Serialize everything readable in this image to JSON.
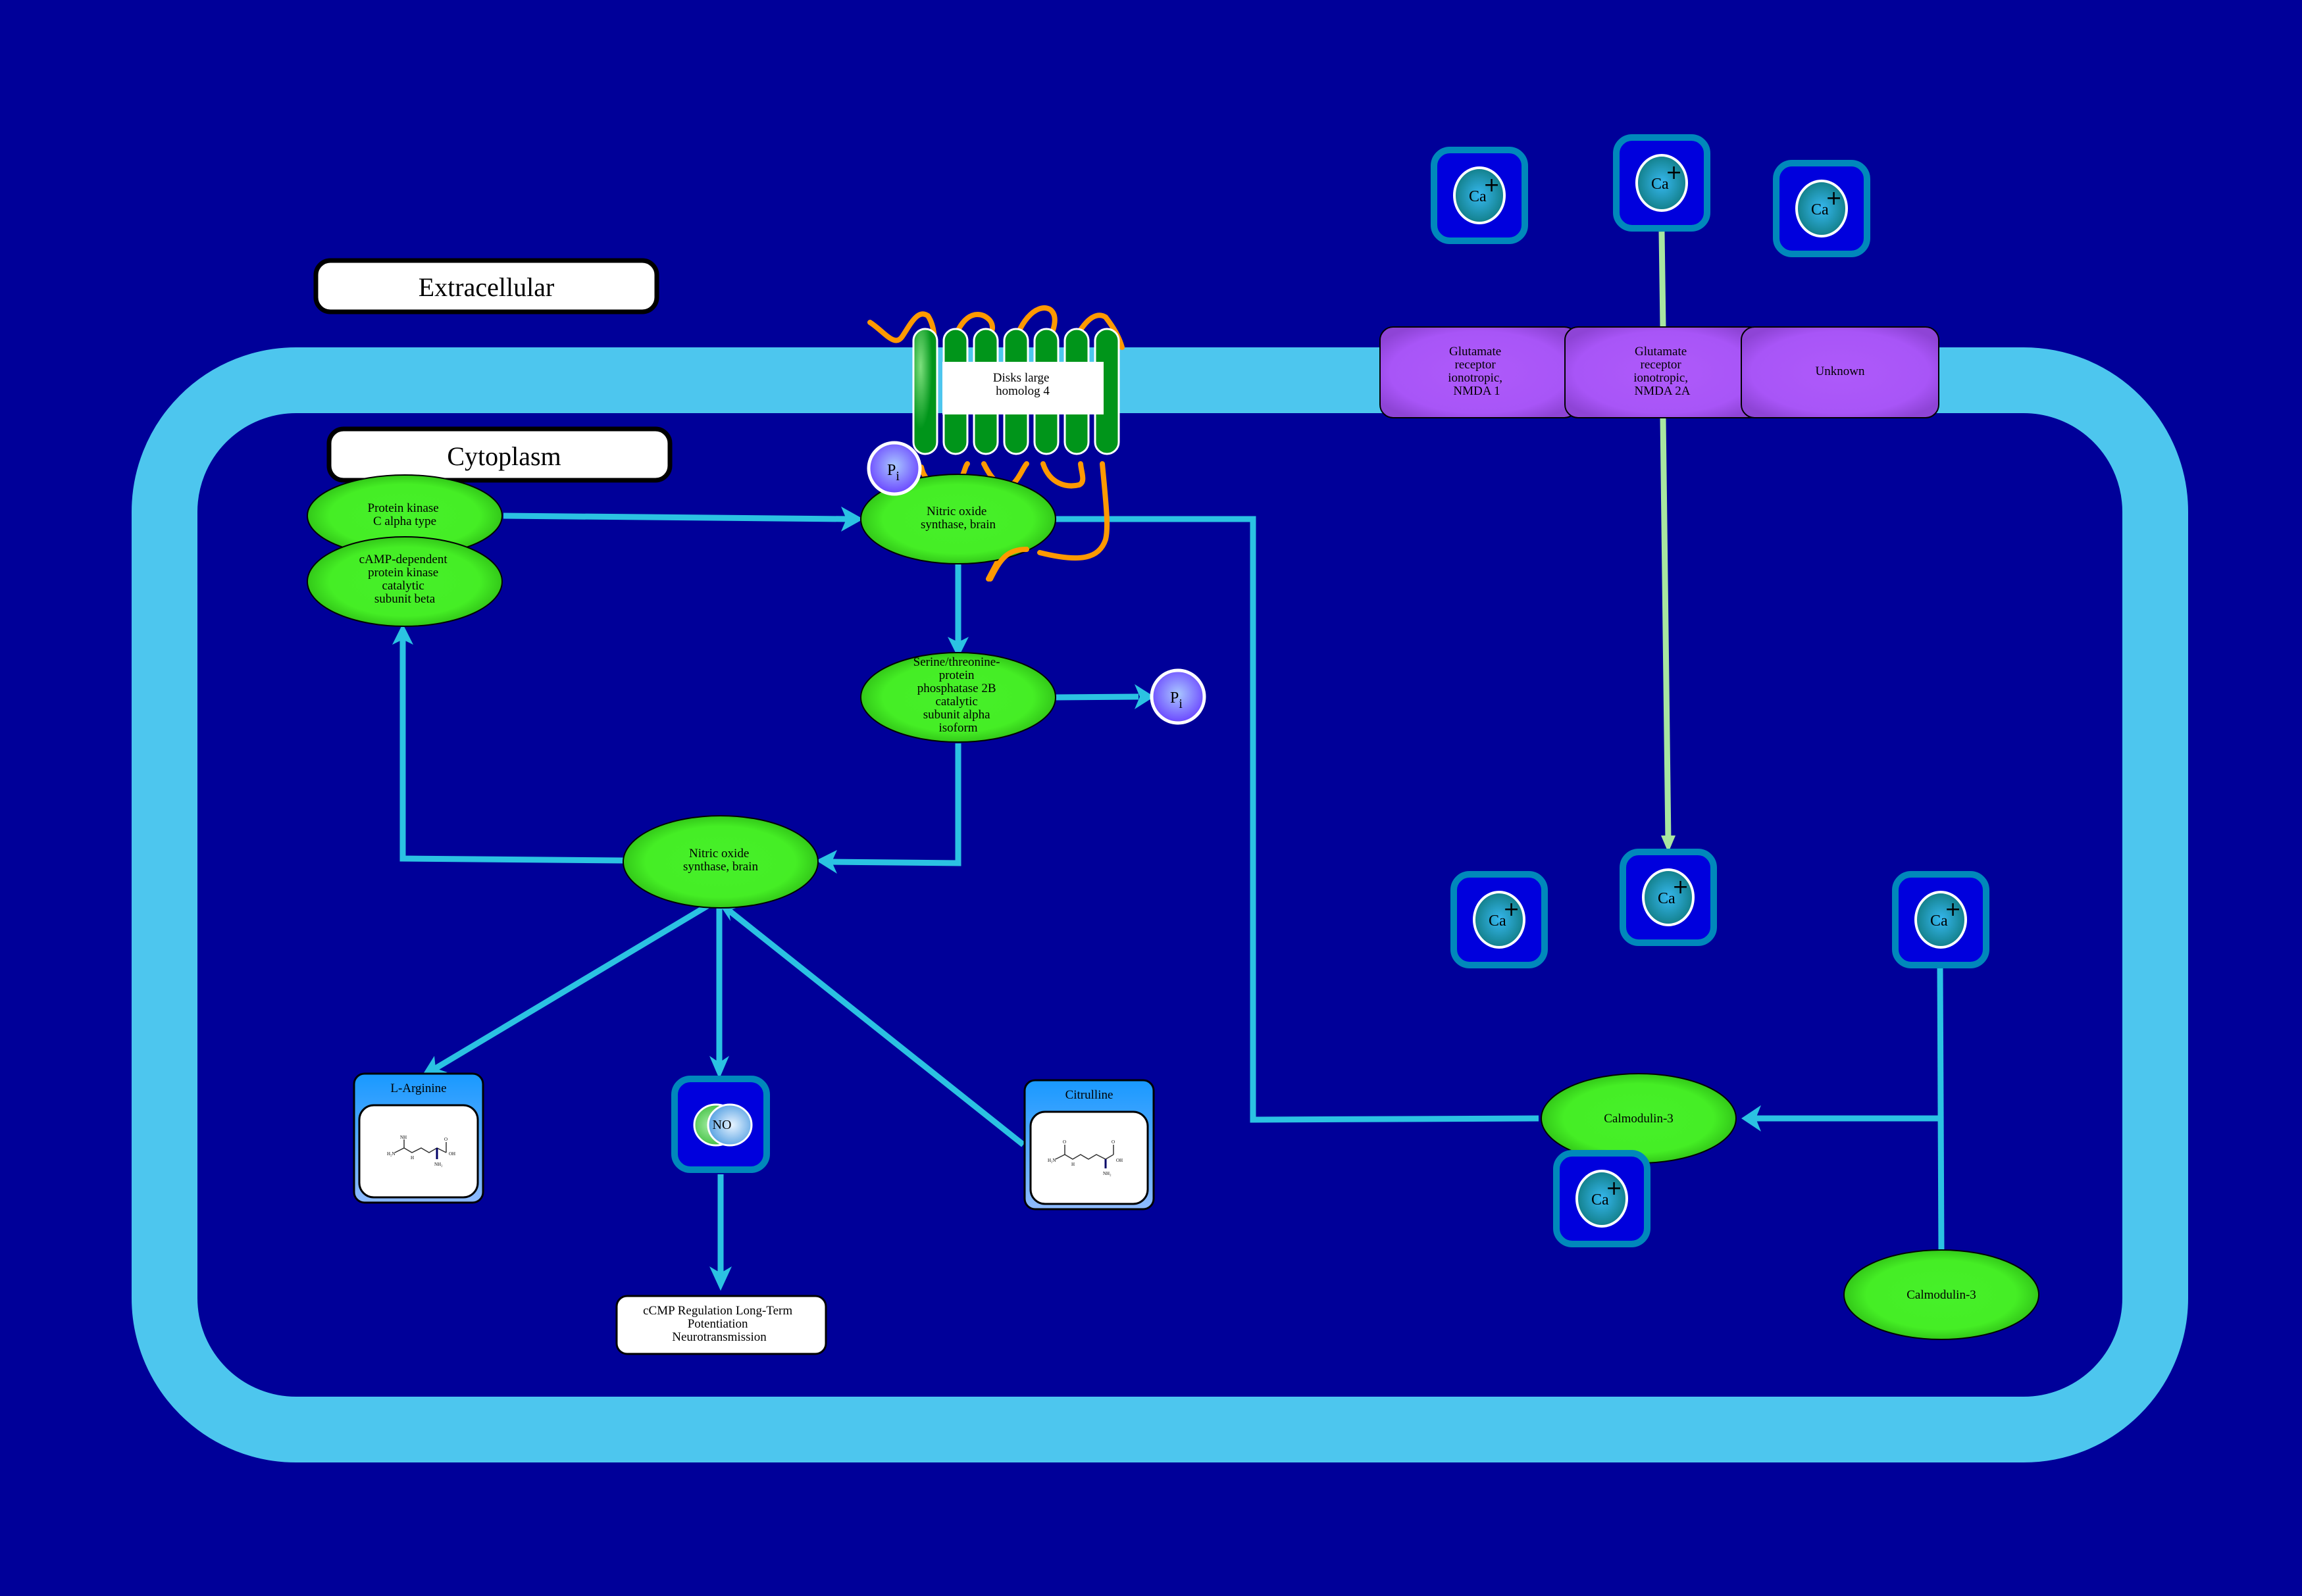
{
  "compartments": {
    "extracellular": "Extracellular",
    "cytoplasm": "Cytoplasm"
  },
  "colors": {
    "background": "#000099",
    "membrane": "#4DC6EE",
    "protein_fill": "#45EE25",
    "edge": "#2BC2E2",
    "edge_binding": "#A8E6A0",
    "receptor_fill": "#A855F7",
    "ion_box": "#0000DD",
    "ion_border": "#0088BB"
  },
  "proteins": {
    "pkc": [
      "Protein kinase",
      "C alpha type"
    ],
    "pka": [
      "cAMP-dependent",
      "protein kinase",
      "catalytic",
      "subunit beta"
    ],
    "nos_top": [
      "Nitric oxide",
      "synthase, brain"
    ],
    "ppp3": [
      "Serine/threonine-",
      "protein",
      "phosphatase 2B",
      "catalytic",
      "subunit alpha",
      "isoform"
    ],
    "nos_mid": [
      "Nitric oxide",
      "synthase, brain"
    ],
    "calm_mid": [
      "Calmodulin-3"
    ],
    "calm_bottom": [
      "Calmodulin-3"
    ]
  },
  "membrane_protein": [
    "Disks large",
    "homolog 4"
  ],
  "receptors": [
    [
      "Glutamate",
      "receptor",
      "ionotropic,",
      "NMDA 1"
    ],
    [
      "Glutamate",
      "receptor",
      "ionotropic,",
      "NMDA 2A"
    ],
    [
      "Unknown"
    ]
  ],
  "phosphate": {
    "symbol": "P",
    "subscript": "i"
  },
  "ion": {
    "symbol": "Ca",
    "charge": "+"
  },
  "small_molecules": {
    "no": "NO",
    "arginine": "L-Arginine",
    "citrulline": "Citrulline"
  },
  "chem_labels": {
    "nh": "NH",
    "h2n": "H₂N",
    "h": "H",
    "n": "N",
    "o": "O",
    "oh": "OH",
    "nh2": "NH₂"
  },
  "outcome": [
    "cCMP Regulation Long-Term",
    "Potentiation",
    "Neurotransmission"
  ]
}
